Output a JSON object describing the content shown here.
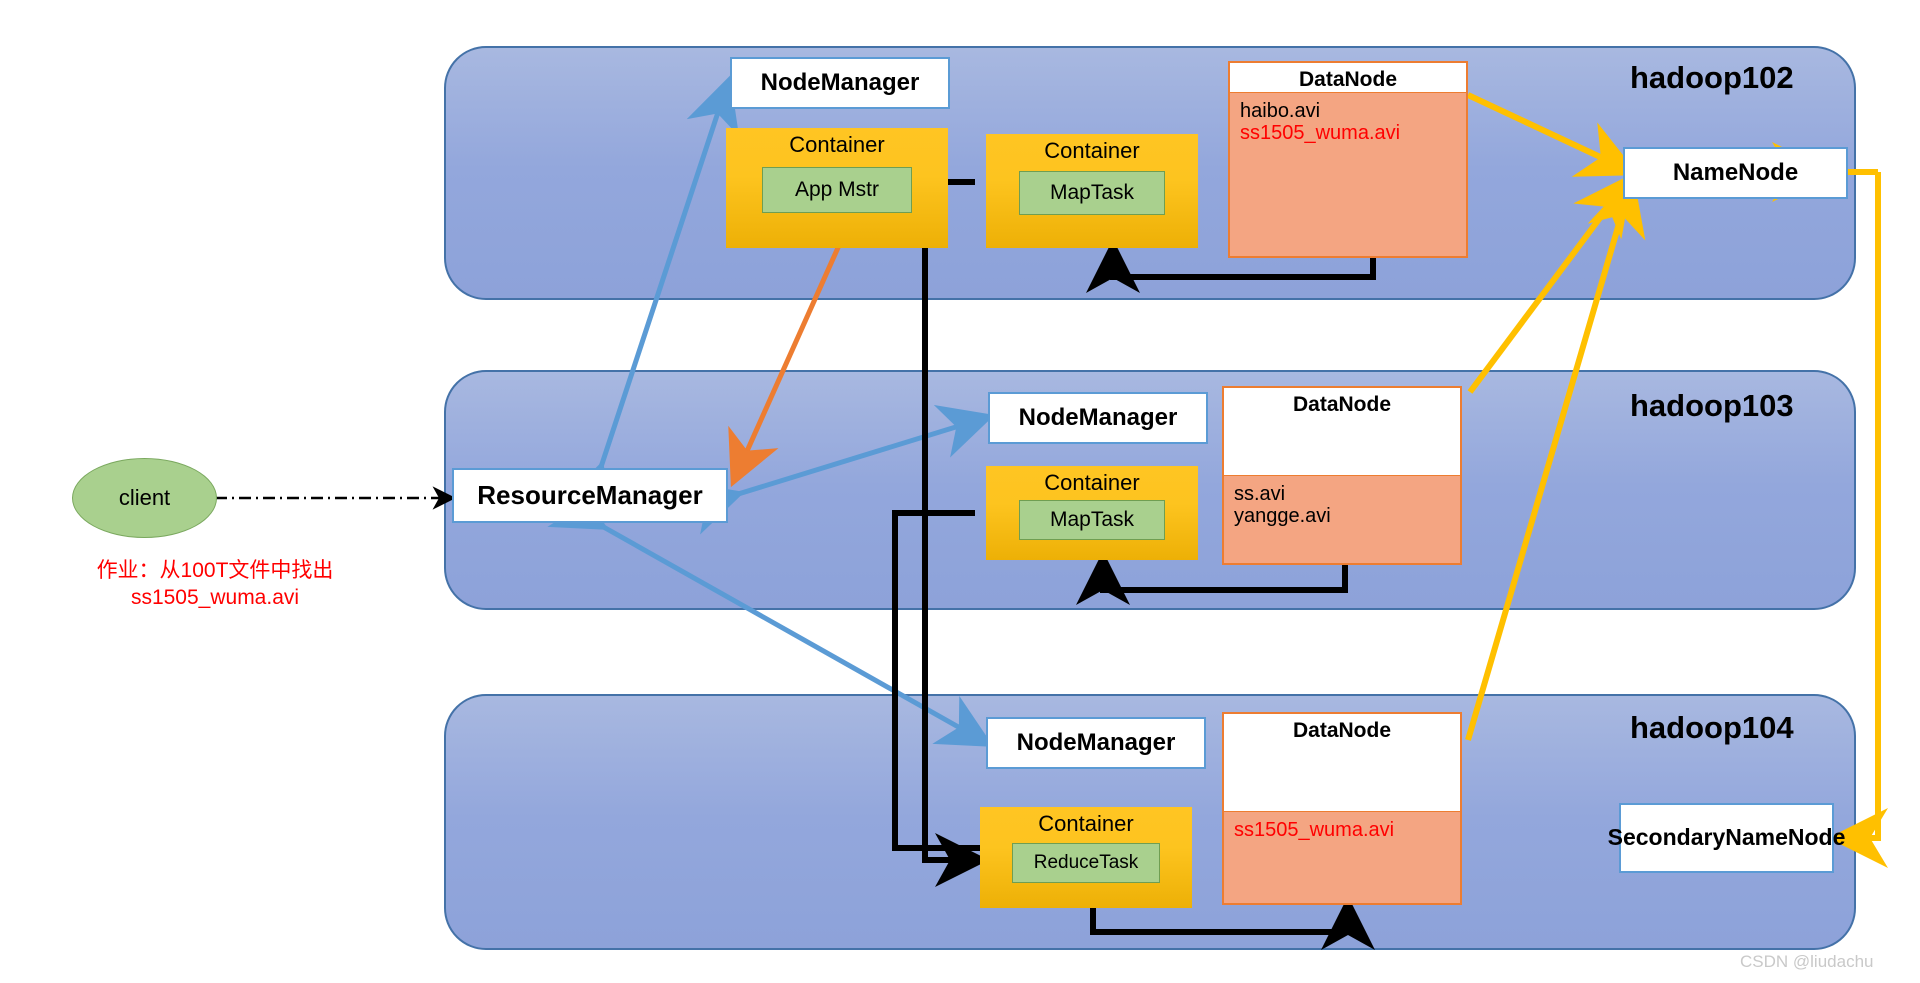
{
  "diagram": {
    "title": "Hadoop YARN / HDFS cluster job flow",
    "watermark": "CSDN @liudachu",
    "colors": {
      "host_panel": "#93a7dc",
      "host_border": "#4472a8",
      "node_border": "#5b9bd5",
      "datanode_border": "#ed7d31",
      "datanode_body": "#f4a582",
      "container_yellow": "#fdc41f",
      "task_green": "#a9d08e",
      "client_green": "#a9d08e",
      "arrow_blue": "#5b9bd5",
      "arrow_orange": "#ed7d31",
      "arrow_yellow": "#ffc000",
      "arrow_black": "#000000",
      "red_text": "#ff0000"
    }
  },
  "client": {
    "label": "client",
    "note": "作业：从100T文件中找出\nss1505_wuma.avi"
  },
  "resource_manager": {
    "label": "ResourceManager"
  },
  "name_node": {
    "label": "NameNode"
  },
  "secondary_name_node": {
    "label": "SecondaryNameNode"
  },
  "hosts": [
    {
      "name": "hadoop102",
      "node_manager": "NodeManager",
      "container": {
        "title": "Container",
        "task": "App Mstr"
      },
      "data_node": {
        "title": "DataNode",
        "files": [
          {
            "name": "haibo.avi",
            "highlight": false
          },
          {
            "name": "ss1505_wuma.avi",
            "highlight": true
          }
        ]
      }
    },
    {
      "name": "hadoop103",
      "node_manager": "NodeManager",
      "container": {
        "title": "Container",
        "task": "MapTask"
      },
      "data_node": {
        "title": "DataNode",
        "files": [
          {
            "name": "ss.avi",
            "highlight": false
          },
          {
            "name": "yangge.avi",
            "highlight": false
          }
        ]
      }
    },
    {
      "name": "hadoop104",
      "node_manager": "NodeManager",
      "container": {
        "title": "Container",
        "task": "ReduceTask"
      },
      "data_node": {
        "title": "DataNode",
        "files": [
          {
            "name": "ss1505_wuma.avi",
            "highlight": true
          }
        ]
      }
    }
  ],
  "hadoop102_extra": {
    "container2": {
      "title": "Container",
      "task": "MapTask"
    }
  }
}
